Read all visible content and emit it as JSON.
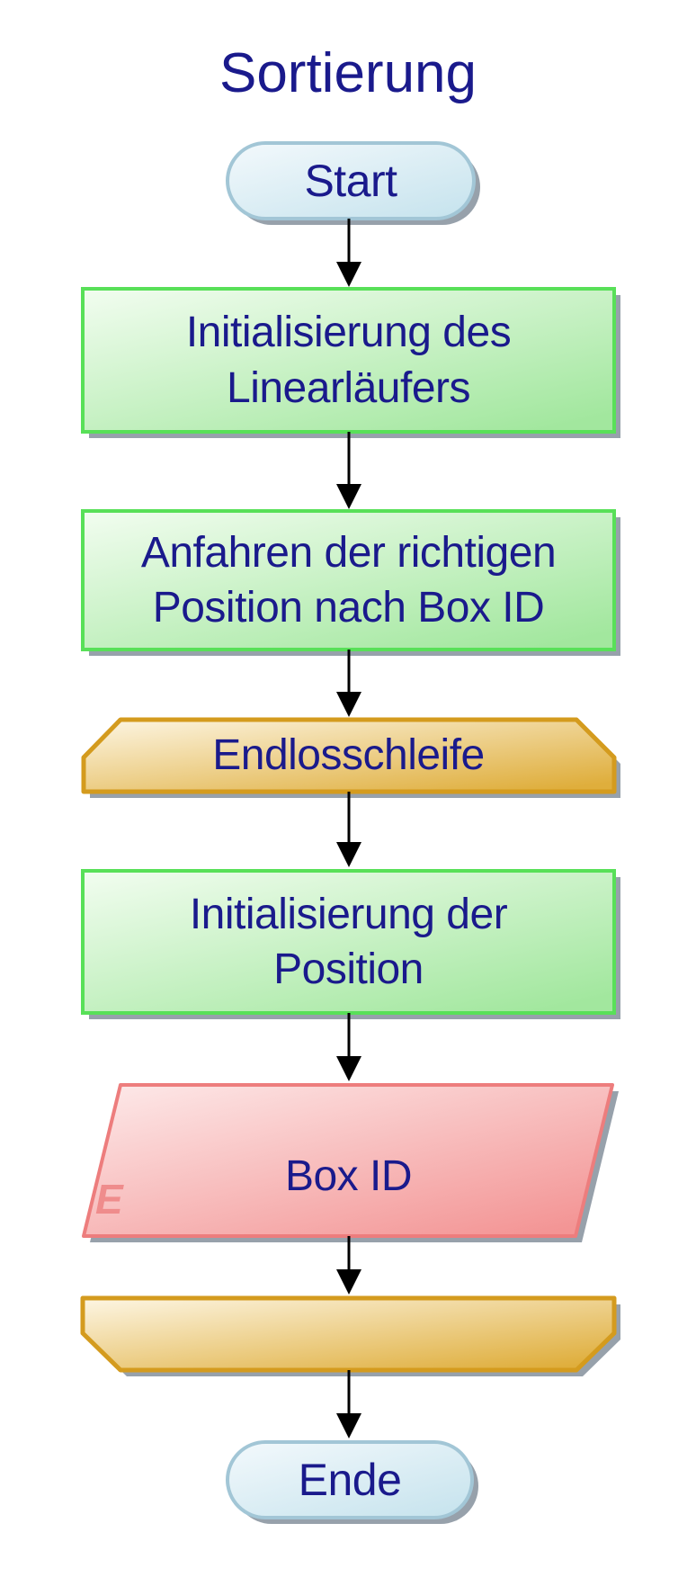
{
  "title": "Sortierung",
  "nodes": [
    {
      "id": "start",
      "type": "terminator",
      "label": "Start"
    },
    {
      "id": "init-linearlaeufer",
      "type": "process",
      "label": "Initialisierung des Linearläufers"
    },
    {
      "id": "anfahren-position",
      "type": "process",
      "label": "Anfahren der richtigen Position nach Box ID"
    },
    {
      "id": "endlosschleife",
      "type": "loop-start",
      "label": "Endlosschleife"
    },
    {
      "id": "init-position",
      "type": "process",
      "label": "Initialisierung der Position"
    },
    {
      "id": "box-id",
      "type": "input-output",
      "label": "Box ID",
      "annotation": "E"
    },
    {
      "id": "schleifen-ende",
      "type": "loop-end",
      "label": ""
    },
    {
      "id": "ende",
      "type": "terminator",
      "label": "Ende"
    }
  ],
  "colors": {
    "text": "#1a1a8c",
    "background": "#ffffff",
    "terminator_border": "#a2c6d6",
    "terminator_fill_light": "#f3f9fc",
    "terminator_fill_dark": "#c8e4ee",
    "process_border": "#58e058",
    "process_fill_light": "#f2fdf0",
    "process_fill_dark": "#a2e79e",
    "loop_border": "#d49b1e",
    "loop_fill_light": "#fdf6e4",
    "loop_fill_dark": "#dfae3c",
    "io_border": "#ed7d7d",
    "io_fill_light": "#fdeaea",
    "io_fill_dark": "#f39595",
    "annotation_text": "#ef8c8c",
    "shadow": "#97a1ab",
    "arrow": "#000000"
  }
}
